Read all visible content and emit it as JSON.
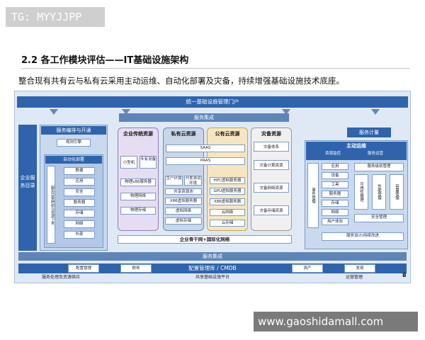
{
  "watermarks": {
    "top_left": "TG: MYYJJPP",
    "bottom_right": "www.gaoshidamall.com"
  },
  "heading": "2.2 各工作模块评估——IT基础设施架构",
  "intro": "整合现有共有云与私有云采用主动运维、自动化部署及灾备，持续增强基础设施技术底座。",
  "diagram": {
    "portal": "统一基础设施管理门户",
    "service_integration_top": "服务集成",
    "service_integration_bottom": "服务集成",
    "left_panel": {
      "label": "企业服务目录",
      "orchestration_title": "服务编排与开通",
      "rules": "规则引擎",
      "automation_title": "自动化部署",
      "vertical_label": "服务目录映射与资源下发",
      "items": [
        "数据",
        "应用",
        "安全",
        "服务器",
        "存储",
        "网络",
        "外部"
      ]
    },
    "columns": {
      "traditional": {
        "title": "企业传统资源",
        "items": [
          "小型机",
          "专有设备",
          "物理x86服务器",
          "物理网络",
          "物理存储"
        ]
      },
      "private": {
        "title": "私有云资源",
        "saas": "SAAS",
        "paas": "PAAS",
        "items": [
          "生产环境",
          "开发测试环境",
          "共享资源池",
          "X86虚拟服务器",
          "虚拟网络",
          "虚拟存储"
        ]
      },
      "public": {
        "title": "公有云资源",
        "items": [
          "HPC虚拟服务器",
          "GPU虚拟服务器",
          "X86虚拟服务器",
          "云网络",
          "云存储"
        ]
      },
      "dr": {
        "title": "灾备资源",
        "items": [
          "灾备体系",
          "灾备计算资源",
          "灾备网络资源",
          "灾备存储资源"
        ]
      }
    },
    "backbone": "企业骨干网+国际化网络",
    "right_panel": {
      "service_metering": "服务计量",
      "active_ops": "主动运维",
      "sub_a": "资源监控",
      "sub_b": "服务运营",
      "event_label": "事件管理",
      "list": [
        "应用",
        "设备",
        "工具",
        "服务器",
        "存储",
        "网络",
        "用户体验"
      ],
      "right_boxes": [
        "服务级别管理",
        "可用性管理",
        "性能管理",
        "容量管理",
        "安全管理"
      ],
      "design": "服务设计/持续改进"
    },
    "cmdb": "配置管理库 / CMDB",
    "cmdb_tags": [
      "配置管理",
      "财务",
      "资产",
      "发现"
    ],
    "footer": [
      "服务处理及资源供应",
      "共享基础设施平台",
      "运营管理"
    ],
    "page_number": "8"
  }
}
